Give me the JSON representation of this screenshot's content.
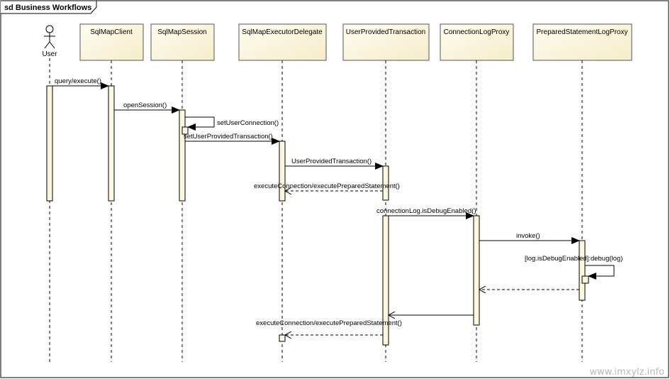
{
  "frame": {
    "title": "sd Business Workflows"
  },
  "actor": {
    "label": "User"
  },
  "lifelines": [
    "SqlMapClient",
    "SqlMapSession",
    "SqlMapExecutorDelegate",
    "UserProvidedTransaction",
    "ConnectionLogProxy",
    "PreparedStatementLogProxy"
  ],
  "messages": {
    "m1": "query/execute()",
    "m2": "openSession()",
    "m3": "setUserConnection()",
    "m4": "setUserProvidedTransaction()",
    "m5": "UserProvidedTransaction()",
    "m6": "executeConnection/executePreparedStatement()",
    "m7": "connectionLog.isDebugEnabled()",
    "m8": "invoke()",
    "m9": "[log.isDebugEnabled]:debug(log)",
    "m10": "executeConnection/executePreparedStatement()"
  },
  "watermark": "www.imxylz.info",
  "colors": {
    "head_fill": "#fdf7e0",
    "activation_fill": "#fdf7e0",
    "line": "#000000",
    "watermark": "#b9b9b9"
  }
}
